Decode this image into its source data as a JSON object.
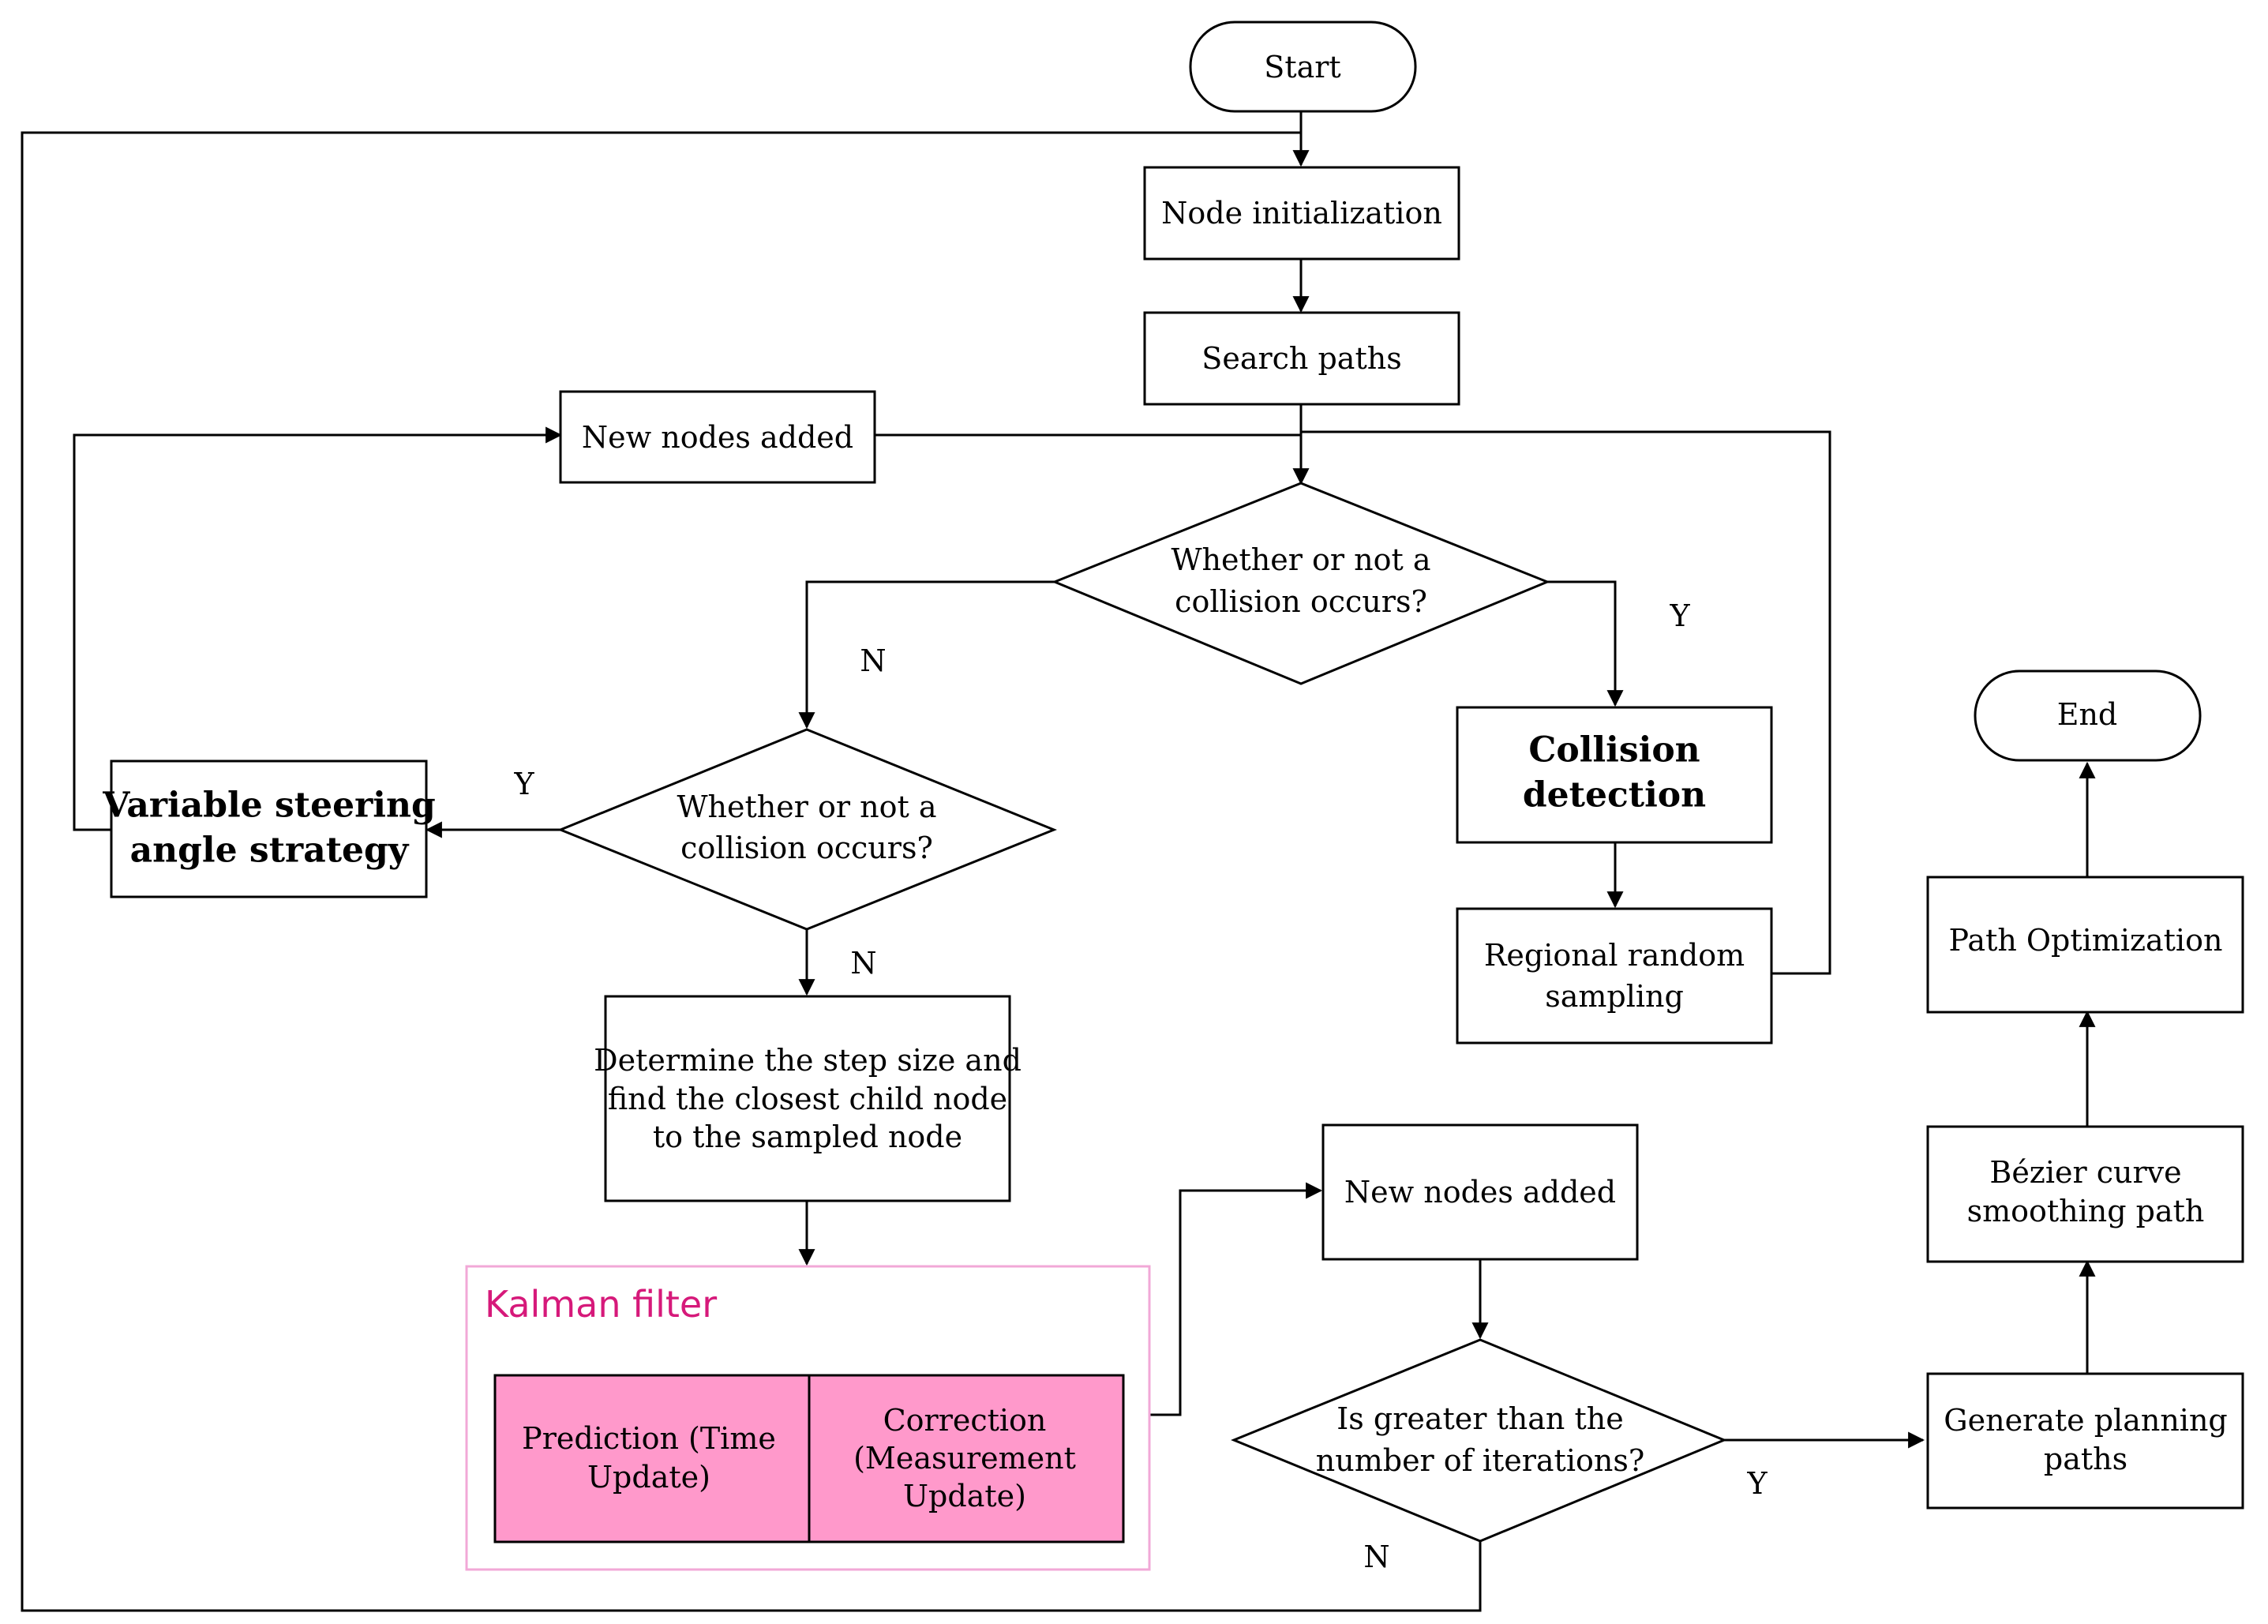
{
  "colors": {
    "orange_fill": "#F0990F",
    "green_fill": "#6ECD6E",
    "blue_fill": "#6EC4ED",
    "pink_fill": "#FF99CB",
    "kalman_border": "#F2A8D7",
    "kalman_title": "#D6197A"
  },
  "nodes": {
    "start": "Start",
    "end": "End",
    "node_init": "Node initialization",
    "search_paths": "Search paths",
    "new_nodes_top": "New nodes added",
    "collision_q1": [
      "Whether or not a",
      "collision occurs?"
    ],
    "collision_q2": [
      "Whether or not a",
      "collision occurs?"
    ],
    "collision_detection": [
      "Collision",
      "detection"
    ],
    "variable_steering": [
      "Variable steering",
      "angle strategy"
    ],
    "regional_sampling": [
      "Regional random",
      "sampling"
    ],
    "step_size": [
      "Determine the step size and",
      "find the closest child node",
      "to the sampled node"
    ],
    "kalman_title": "Kalman filter",
    "prediction": [
      "Prediction (Time",
      "Update)"
    ],
    "correction": [
      "Correction",
      "(Measurement",
      "Update)"
    ],
    "new_nodes_bottom": "New nodes added",
    "iterations_q": [
      "Is greater than the",
      "number of iterations?"
    ],
    "generate_paths": [
      "Generate planning",
      "paths"
    ],
    "bezier": [
      "Bézier curve",
      "smoothing path"
    ],
    "path_opt": "Path Optimization"
  },
  "edge_labels": {
    "q1_no": "N",
    "q1_yes": "Y",
    "q2_yes": "Y",
    "q2_no": "N",
    "iter_yes": "Y",
    "iter_no": "N"
  }
}
